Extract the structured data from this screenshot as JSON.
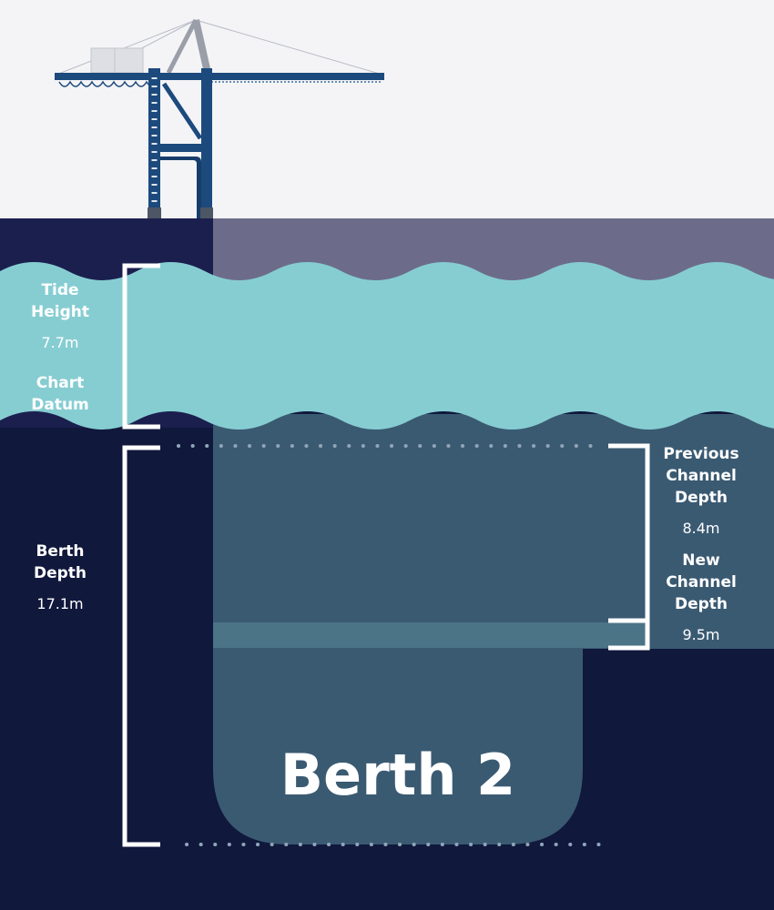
{
  "labels": {
    "tide_height": {
      "title": "Tide Height",
      "value": "7.7m"
    },
    "chart_datum": {
      "title": "Chart Datum"
    },
    "berth_depth": {
      "title": "Berth Depth",
      "value": "17.1m"
    },
    "previous_channel_depth": {
      "title": "Previous Channel Depth",
      "value": "8.4m"
    },
    "new_channel_depth": {
      "title": "New Channel Depth",
      "value": "9.5m"
    },
    "berth_name": "Berth 2"
  },
  "colors": {
    "sky": "#f4f4f6",
    "quay": "#1b1f4e",
    "deep_water": "#10183c",
    "upper_water": "#6c6c8a",
    "tide_water": "#86cdd2",
    "channel": "#3a5a72",
    "new_channel_band": "#4b7487",
    "crane": "#1c4a7d",
    "bracket": "#ffffff"
  },
  "icons": {
    "crane": "gantry-crane-icon"
  }
}
